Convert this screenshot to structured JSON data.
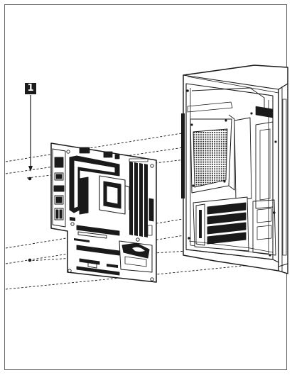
{
  "step": {
    "number": "1"
  },
  "colors": {
    "line": "#1a1a1a",
    "frame": "#6a6a6a",
    "badge": "#1c1c1c"
  },
  "parts": {
    "motherboard": "motherboard",
    "chassis": "pc-case",
    "screws": "mounting-screw",
    "guides": "alignment-line"
  }
}
